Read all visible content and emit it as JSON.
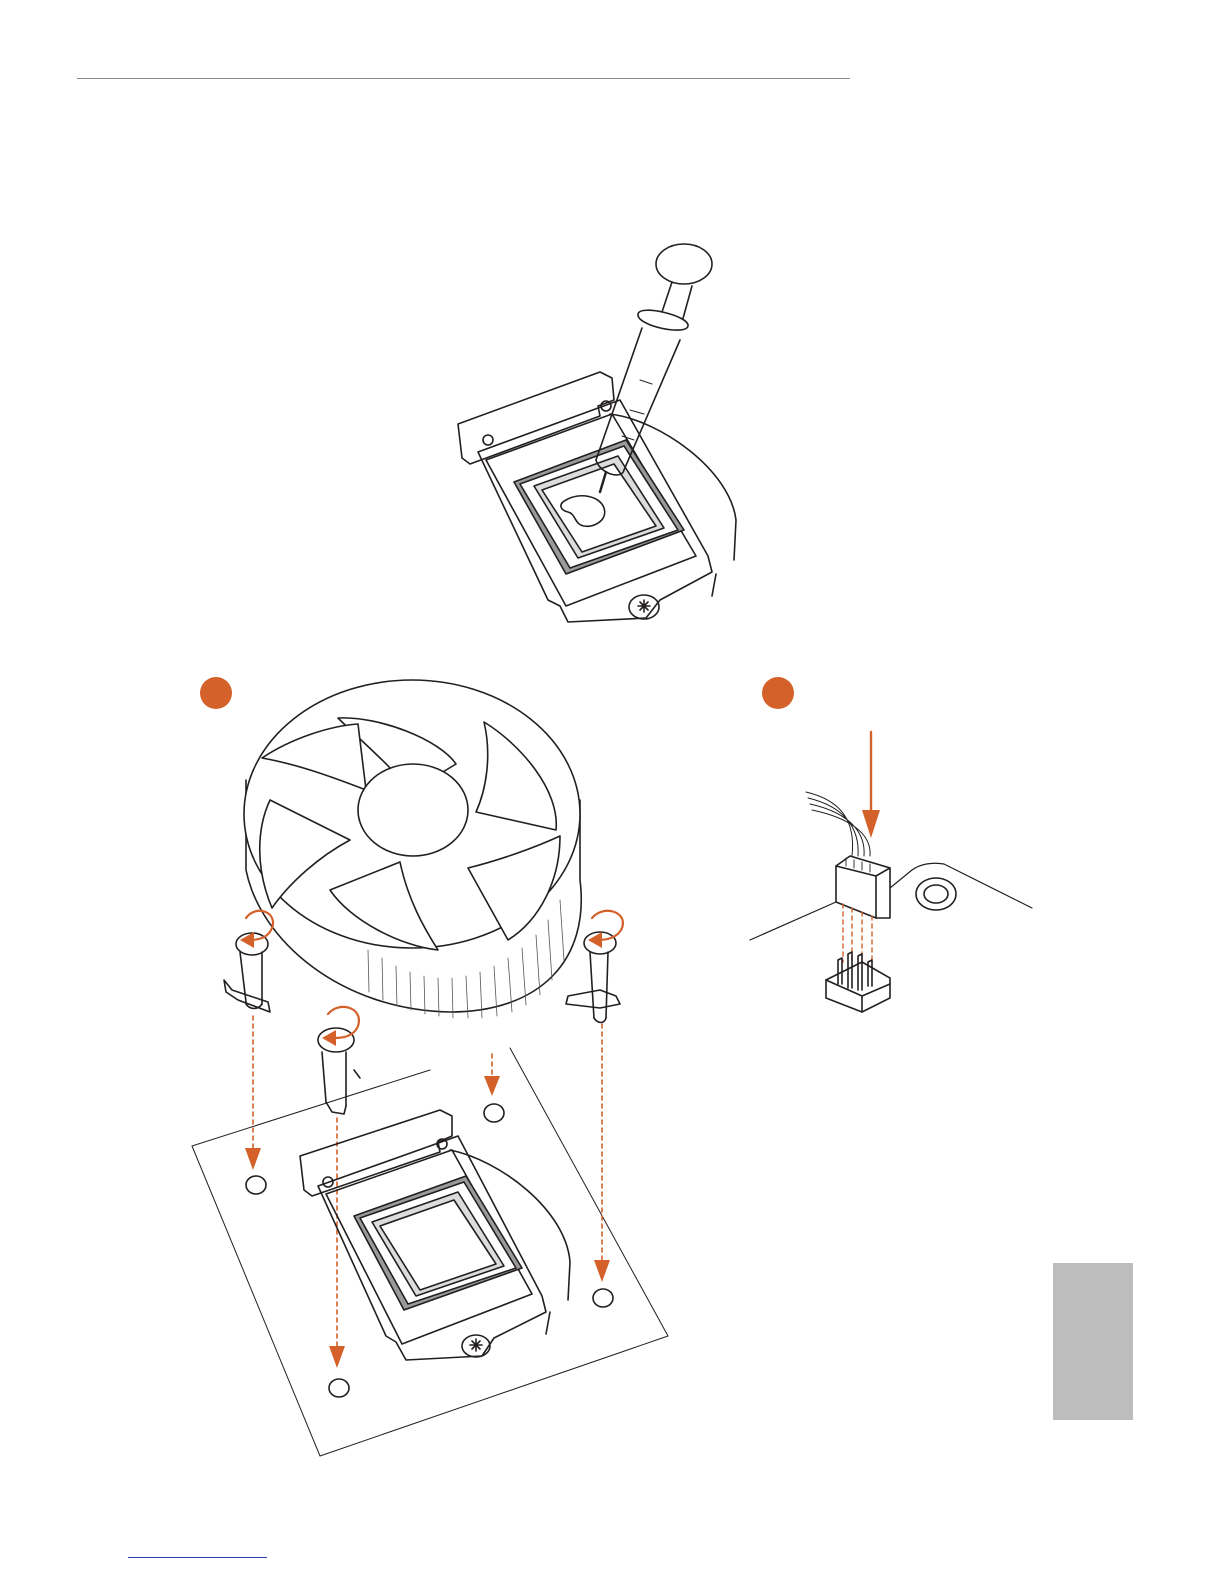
{
  "page": {
    "accent_color": "#d4612a",
    "line_color": "#231f20",
    "sidebar_tab_color": "#bdbdbd"
  },
  "figures": {
    "step1": {
      "icon": "thermal-paste-syringe-on-cpu-socket"
    },
    "step2": {
      "icon": "cpu-cooler-push-pin-installation"
    },
    "step3": {
      "icon": "cpu-fan-header-connector"
    }
  }
}
